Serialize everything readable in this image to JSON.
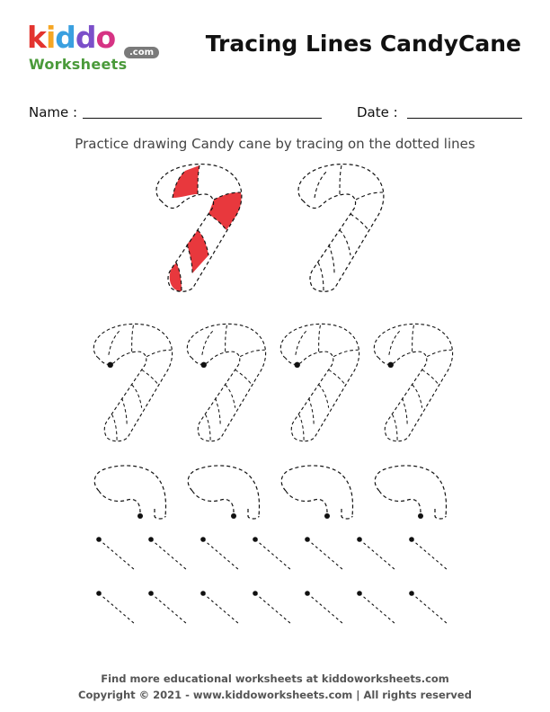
{
  "header": {
    "logo_letters": [
      "k",
      "i",
      "d",
      "d",
      "o"
    ],
    "logo_colors": [
      "#e3342f",
      "#f6a623",
      "#3aa0e0",
      "#7b4fc9",
      "#d63384"
    ],
    "logo_sub": "Worksheets",
    "logo_domain": ".com",
    "title": "Tracing Lines CandyCane"
  },
  "form": {
    "name_label": "Name :",
    "date_label": "Date :"
  },
  "instruction": "Practice drawing Candy cane by tracing on the dotted lines",
  "colors": {
    "stripe_red": "#e8383d",
    "ink": "#111111"
  },
  "footer": {
    "line1": "Find more educational worksheets at kiddoworksheets.com",
    "line2": "Copyright © 2021 - www.kiddoworksheets.com  |  All rights reserved"
  }
}
